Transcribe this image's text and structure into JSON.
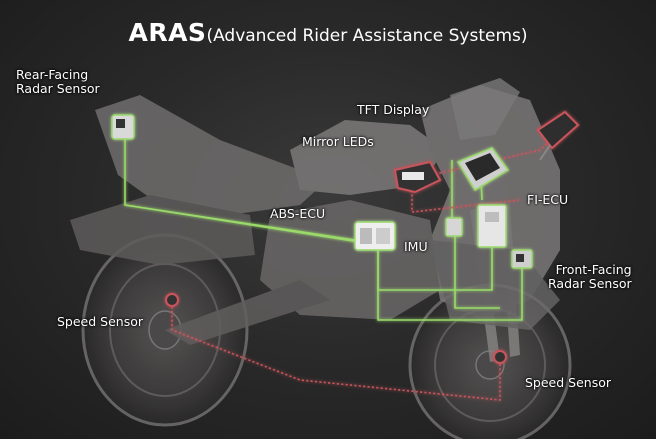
{
  "title": {
    "main": "ARAS",
    "sub": "(Advanced Rider Assistance Systems)"
  },
  "labels": {
    "rear_radar_line1": "Rear-Facing",
    "rear_radar_line2": "Radar Sensor",
    "tft_display": "TFT Display",
    "mirror_leds": "Mirror LEDs",
    "abs_ecu": "ABS-ECU",
    "fi_ecu": "FI-ECU",
    "imu": "IMU",
    "front_radar_line1": "Front-Facing",
    "front_radar_line2": "Radar Sensor",
    "speed_sensor_rear": "Speed Sensor",
    "speed_sensor_front": "Speed Sensor"
  },
  "colors": {
    "background": "#252525",
    "bike_body": "#7a7777",
    "data_line": "#9ad96a",
    "sensor_line": "#c9545c",
    "label_text": "#ffffff"
  }
}
